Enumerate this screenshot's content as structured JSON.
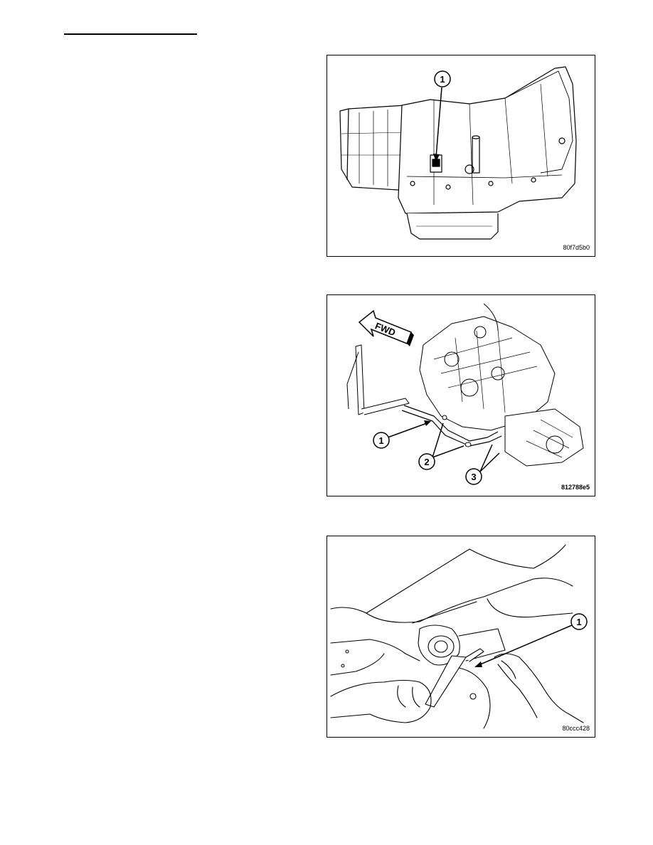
{
  "figures": [
    {
      "code": "80f7d5b0",
      "callouts": [
        "1"
      ]
    },
    {
      "code": "812788e5",
      "arrow_label": "FWD",
      "callouts": [
        "1",
        "2",
        "3"
      ]
    },
    {
      "code": "80ccc428",
      "callouts": [
        "1"
      ]
    }
  ]
}
